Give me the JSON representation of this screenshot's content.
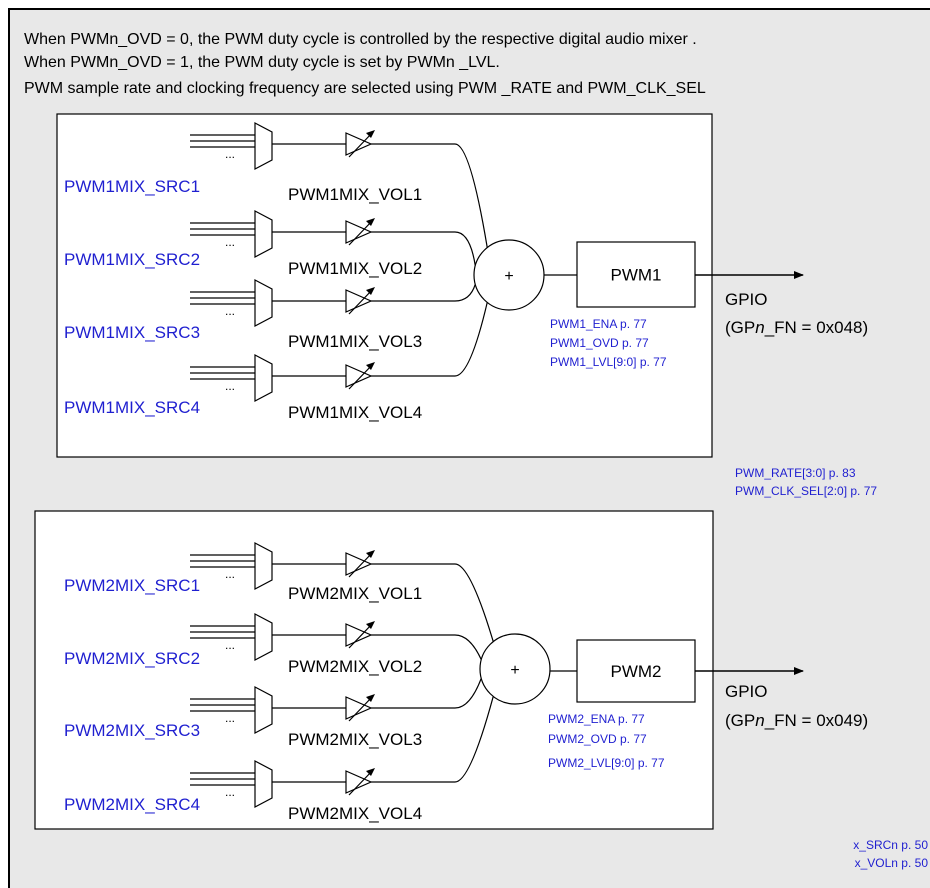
{
  "notes": [
    "When PWMn_OVD = 0, the PWM duty cycle is controlled by the respective digital audio mixer .",
    "When PWMn_OVD = 1, the PWM duty cycle is set by PWMn _LVL.",
    "PWM sample rate and clocking frequency are selected using PWM _RATE and PWM_CLK_SEL"
  ],
  "blocks": [
    {
      "sources": [
        "PWM1MIX_SRC1",
        "PWM1MIX_SRC2",
        "PWM1MIX_SRC3",
        "PWM1MIX_SRC4"
      ],
      "volumes": [
        "PWM1MIX_VOL1",
        "PWM1MIX_VOL2",
        "PWM1MIX_VOL3",
        "PWM1MIX_VOL4"
      ],
      "sum": "+",
      "pwm": "PWM1",
      "refs": [
        "PWM1_ENA p. 77",
        "PWM1_OVD p. 77",
        "PWM1_LVL[9:0] p. 77"
      ],
      "gpio": "GPIO",
      "gpio_fn_prefix": "(GP",
      "gpio_fn_italic": "n",
      "gpio_fn_suffix": "_FN = 0x048)"
    },
    {
      "sources": [
        "PWM2MIX_SRC1",
        "PWM2MIX_SRC2",
        "PWM2MIX_SRC3",
        "PWM2MIX_SRC4"
      ],
      "volumes": [
        "PWM2MIX_VOL1",
        "PWM2MIX_VOL2",
        "PWM2MIX_VOL3",
        "PWM2MIX_VOL4"
      ],
      "sum": "+",
      "pwm": "PWM2",
      "refs": [
        "PWM2_ENA p. 77",
        "PWM2_OVD p. 77",
        "PWM2_LVL[9:0] p. 77"
      ],
      "gpio": "GPIO",
      "gpio_fn_prefix": "(GP",
      "gpio_fn_italic": "n",
      "gpio_fn_suffix": "_FN = 0x049)"
    }
  ],
  "shared_refs": [
    "PWM_RATE[3:0] p. 83",
    "PWM_CLK_SEL[2:0] p. 77"
  ],
  "footer_refs": [
    "x_SRCn p. 50",
    "x_VOLn p. 50"
  ],
  "dots_glyph": "...",
  "colors": {
    "page_background": "#e8e8e8",
    "link_blue": "#1f1fd0",
    "line": "#000000",
    "panel": "#ffffff"
  }
}
